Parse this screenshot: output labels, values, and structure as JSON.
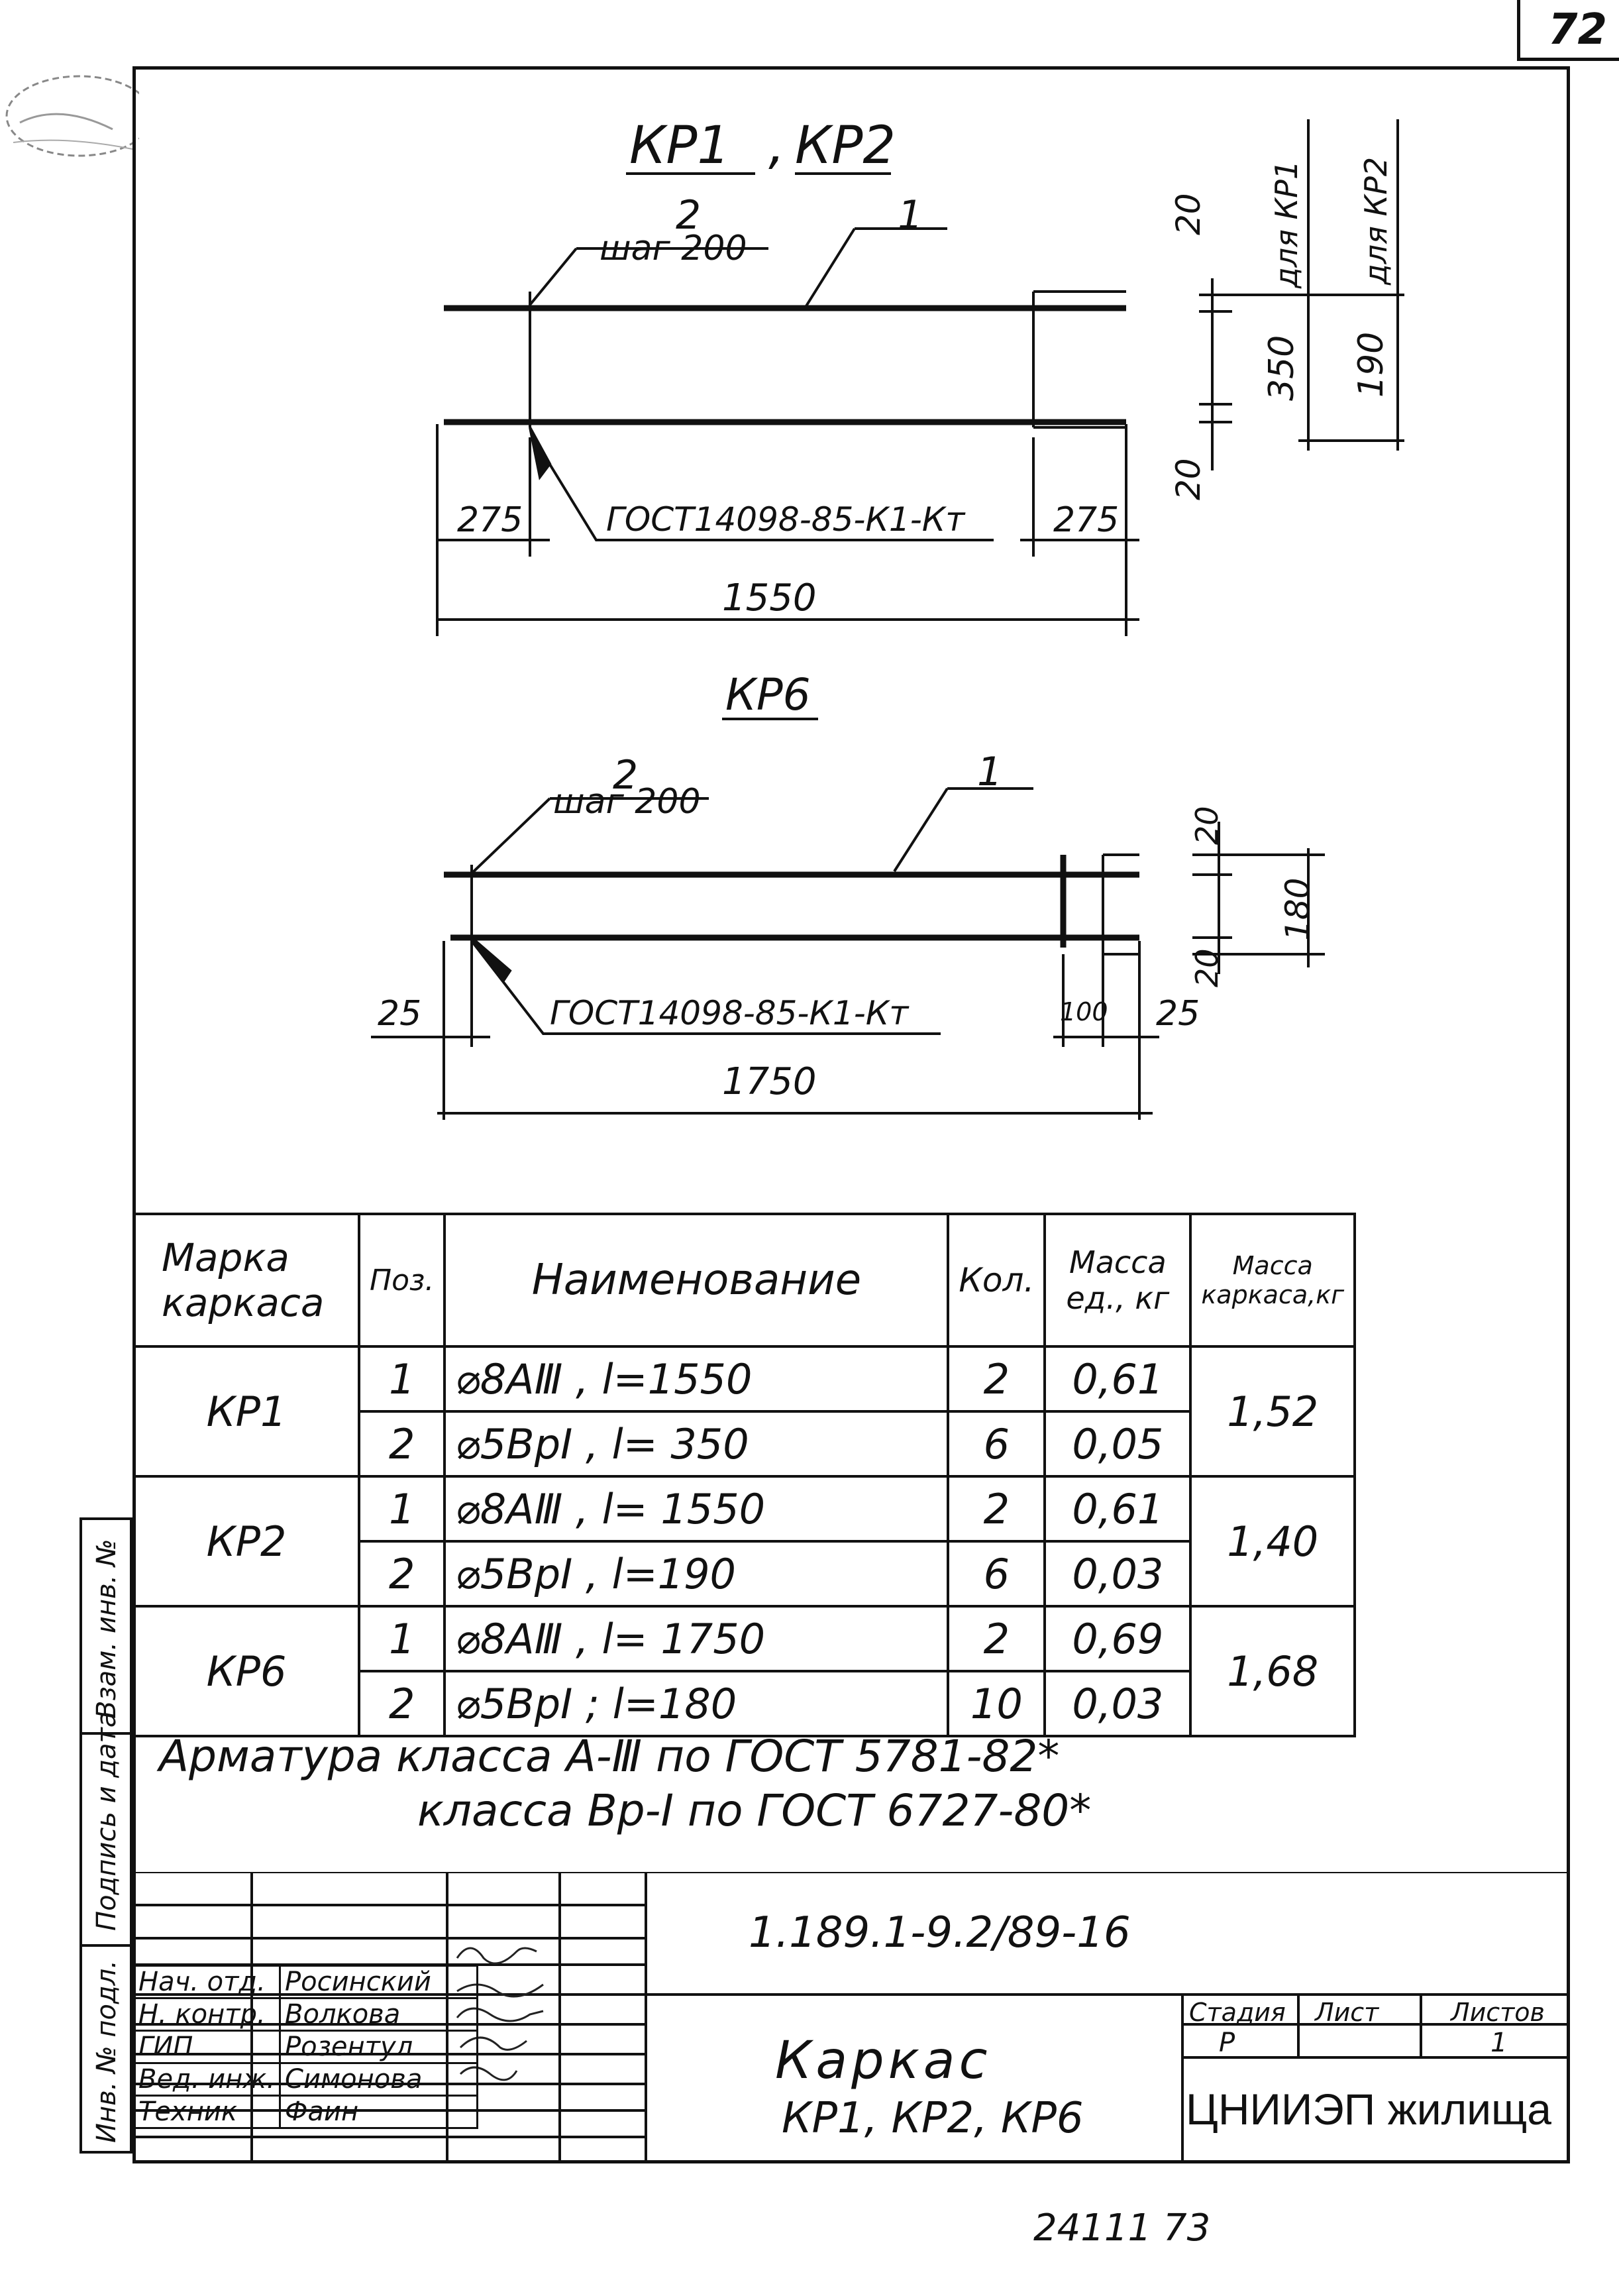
{
  "sheet_number": "72",
  "footer_number": "24111 73",
  "drawing_top": {
    "title_a": "КР1",
    "title_sep": ",",
    "title_b": "КР2",
    "pos2": "2",
    "step": "шаг 200",
    "pos1": "1",
    "gost": "ГОСТ14098-85-К1-Кт",
    "dim_left": "275",
    "dim_right": "275",
    "dim_total": "1550",
    "dim_top": "20",
    "dim_mid": "350",
    "dim_bot": "20",
    "dim_kr2": "190",
    "label_kr1": "для КР1",
    "label_kr2": "для КР2"
  },
  "drawing_bottom": {
    "title": "КР6",
    "pos2": "2",
    "step": "шаг 200",
    "pos1": "1",
    "gost": "ГОСТ14098-85-К1-Кт",
    "dim_left": "25",
    "dim_100": "100",
    "dim_right": "25",
    "dim_total": "1750",
    "dim_top": "20",
    "dim_mid": "180",
    "dim_bot": "20"
  },
  "spec_table": {
    "headers": {
      "mark": "Марка каркаса",
      "pos": "Поз.",
      "name": "Наименование",
      "qty": "Кол.",
      "mass_unit": "Масса ед., кг",
      "mass_frame": "Масса каркаса,кг"
    },
    "rows": [
      {
        "mark": "КР1",
        "pos": "1",
        "name": "⌀8АⅢ , l=1550",
        "qty": "2",
        "mass": "0,61",
        "total": "1,52"
      },
      {
        "mark": "",
        "pos": "2",
        "name": "⌀5ВрⅠ , l= 350",
        "qty": "6",
        "mass": "0,05",
        "total": ""
      },
      {
        "mark": "КР2",
        "pos": "1",
        "name": "⌀8АⅢ ,  l= 1550",
        "qty": "2",
        "mass": "0,61",
        "total": "1,40"
      },
      {
        "mark": "",
        "pos": "2",
        "name": "⌀5ВрⅠ , l=190",
        "qty": "6",
        "mass": "0,03",
        "total": ""
      },
      {
        "mark": "КР6",
        "pos": "1",
        "name": "⌀8АⅢ ,  l= 1750",
        "qty": "2",
        "mass": "0,69",
        "total": "1,68"
      },
      {
        "mark": "",
        "pos": "2",
        "name": "⌀5ВрⅠ ;  l=180",
        "qty": "10",
        "mass": "0,03",
        "total": ""
      }
    ]
  },
  "notes": {
    "line1": "Арматура класса А-Ⅲ по ГОСТ 5781-82*",
    "line2": "класса Вр-Ⅰ по ГОСТ 6727-80*"
  },
  "title_block": {
    "doc_code": "1.189.1-9.2/89-16",
    "title_line1": "Каркас",
    "title_line2": "КР1, КР2, КР6",
    "stage_label": "Стадия",
    "sheet_label": "Лист",
    "sheets_label": "Листов",
    "stage_value": "Р",
    "sheet_value": "",
    "sheets_value": "1",
    "organization": "ЦНИИЭП жилища",
    "signatures": [
      {
        "role": "Нач. отд.",
        "name": "Росинский"
      },
      {
        "role": "Н. контр.",
        "name": "Волкова"
      },
      {
        "role": "ГИП",
        "name": "Розентул"
      },
      {
        "role": "Вед. инж.",
        "name": "Симонова"
      },
      {
        "role": "Техник",
        "name": "Фаин"
      }
    ]
  },
  "side_strip": {
    "label1": "Взам. инв. №",
    "label2": "Подпись и дата",
    "label3": "Инв. № подл."
  }
}
